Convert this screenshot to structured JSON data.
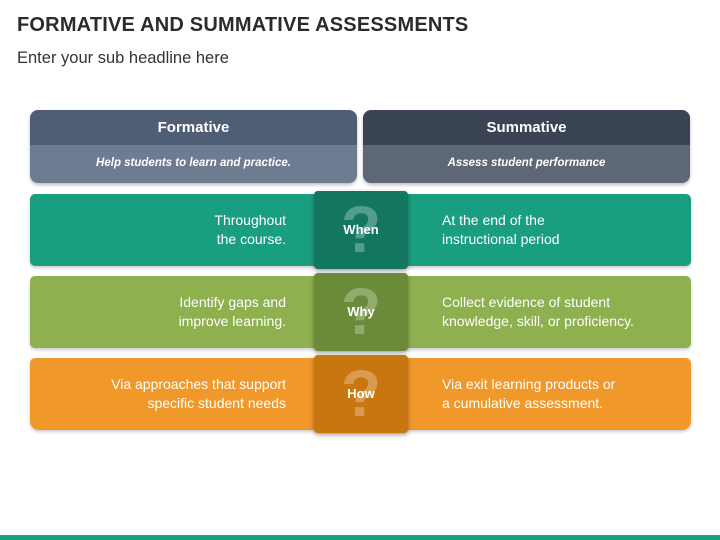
{
  "slide": {
    "title": "FORMATIVE AND SUMMATIVE ASSESSMENTS",
    "subtitle": "Enter your sub headline here"
  },
  "headers": {
    "left": {
      "title": "Formative",
      "description": "Help students to learn and practice."
    },
    "right": {
      "title": "Summative",
      "description": "Assess student performance"
    }
  },
  "rows": [
    {
      "label": "When",
      "icon": "question-mark-icon",
      "color": "#1a9e80",
      "left": "Throughout\nthe course.",
      "right": "At the end of the\ninstructional period"
    },
    {
      "label": "Why",
      "icon": "question-mark-icon",
      "color": "#8eb04f",
      "left": "Identify gaps and\nimprove learning.",
      "right": "Collect evidence of student\nknowledge, skill, or proficiency."
    },
    {
      "label": "How",
      "icon": "question-mark-icon",
      "color": "#f0982a",
      "left": "Via approaches that support\nspecific student needs",
      "right": "Via exit learning products or\na cumulative assessment."
    }
  ],
  "colors": {
    "formative_header": "#4f5e75",
    "summative_header": "#3a4455",
    "accent_bar": "#1a9e80"
  }
}
